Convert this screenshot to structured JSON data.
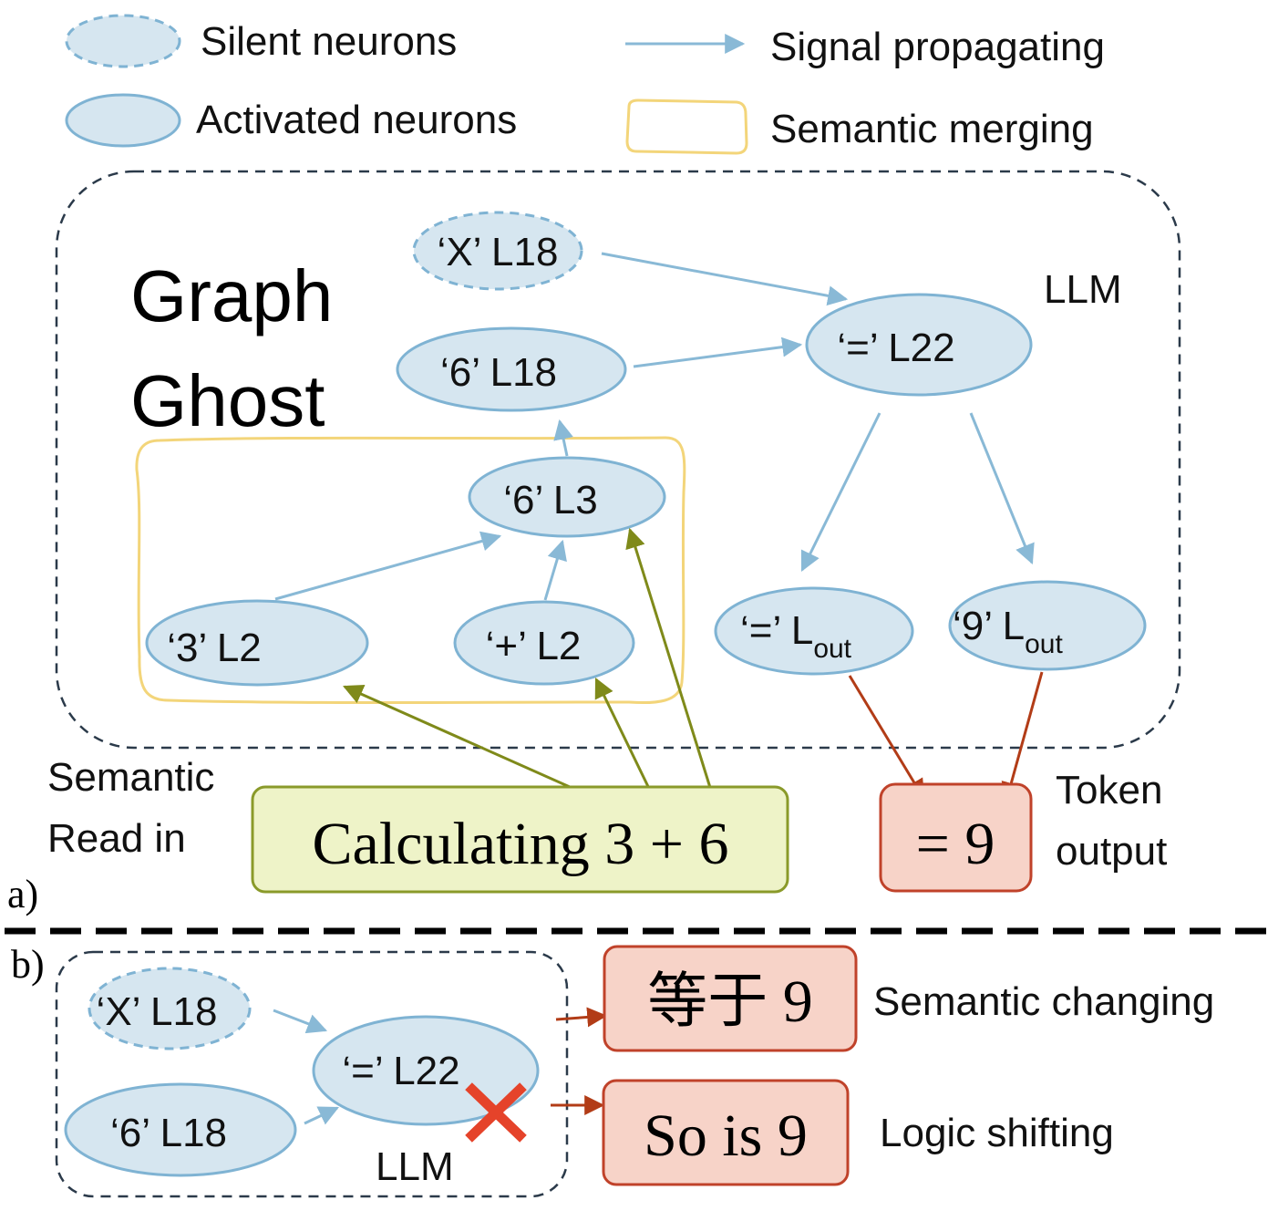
{
  "legend": {
    "silent": "Silent neurons",
    "activated": "Activated neurons",
    "signal": "Signal propagating",
    "merging": "Semantic merging"
  },
  "panel_a": {
    "label": "a)",
    "title_line1": "Graph",
    "title_line2": "Ghost",
    "llm_label": "LLM",
    "nodes": {
      "x_l18": "‘X’  L18",
      "six_l18": "‘6’  L18",
      "eq_l22": "‘=’ L22",
      "six_l3": "‘6’  L3",
      "three_l2": "‘3’  L2",
      "plus_l2": "‘+’  L2",
      "eq_lout_main": "‘=’  L",
      "eq_lout_sub": "out",
      "nine_lout_main": "‘9’ L",
      "nine_lout_sub": "out"
    },
    "read_in_line1": "Semantic",
    "read_in_line2": "Read in",
    "input_box": "Calculating 3 + 6",
    "output_box": "= 9",
    "token_output_line1": "Token",
    "token_output_line2": "output"
  },
  "panel_b": {
    "label": "b)",
    "nodes": {
      "x_l18": "‘X’  L18",
      "six_l18": "‘6’  L18",
      "eq_l22": "‘=’ L22"
    },
    "llm_label": "LLM",
    "output1": "等于 9",
    "output1_caption": "Semantic changing",
    "output2": "So is 9",
    "output2_caption": "Logic shifting"
  },
  "colors": {
    "node_fill": "#d6e6f0",
    "node_stroke": "#7fb3d3",
    "signal_arrow": "#89b9d6",
    "merge_outline": "#f3d57a",
    "input_fill": "#eef3c8",
    "input_stroke": "#8a9a2a",
    "output_fill": "#f7d3c8",
    "output_stroke": "#c0422a",
    "read_arrow": "#7f8a1a",
    "output_arrow": "#b23c17",
    "cross": "#e5432a"
  }
}
